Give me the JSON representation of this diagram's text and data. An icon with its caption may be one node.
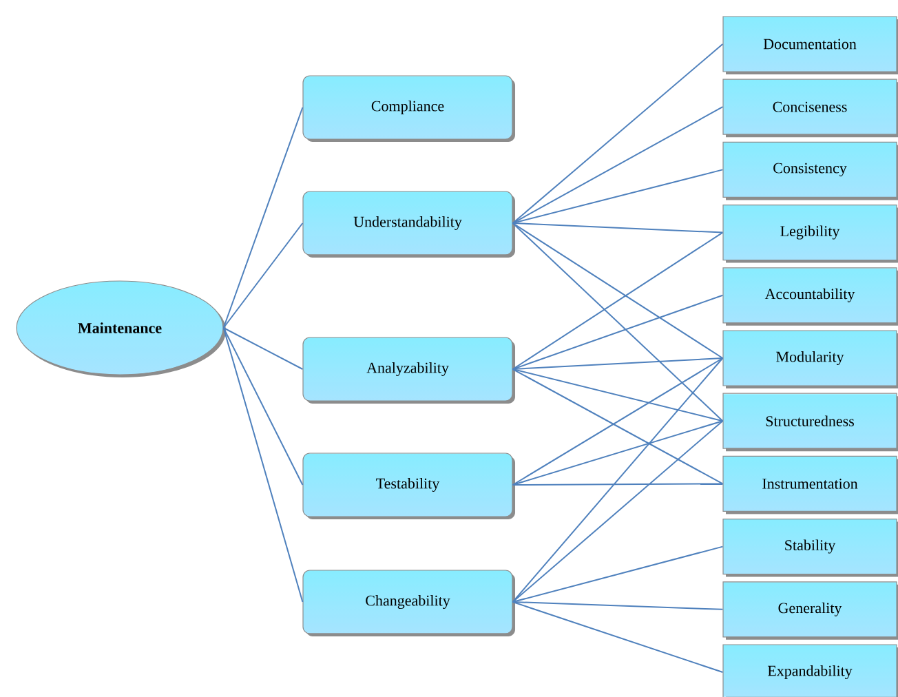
{
  "diagram": {
    "nodes": [
      {
        "text": [
          "**Maintenance**"
        ]
      },
      {
        "text": [
          "Compliance"
        ]
      },
      {
        "text": [
          "Understandability"
        ]
      },
      {
        "text": [
          "Analyzability"
        ]
      },
      {
        "text": [
          "Testability"
        ]
      },
      {
        "text": [
          "Changeability"
        ]
      },
      {
        "text": [
          "Documentation"
        ]
      },
      {
        "text": [
          "Conciseness"
        ]
      },
      {
        "text": [
          "Consistency"
        ]
      },
      {
        "text": [
          "Legibility"
        ]
      },
      {
        "text": [
          "Accountability"
        ]
      },
      {
        "text": [
          "Modularity"
        ]
      },
      {
        "text": [
          "Structuredness"
        ]
      },
      {
        "text": [
          "Instrumentation"
        ]
      },
      {
        "text": [
          "Stability"
        ]
      },
      {
        "text": [
          "Generality"
        ]
      },
      {
        "text": [
          "Expandability"
        ]
      }
    ],
    "edges": [
      {
        "from": 0,
        "to": 1,
        "arrow": "none"
      },
      {
        "from": 0,
        "to": 2,
        "arrow": "none"
      },
      {
        "from": 0,
        "to": 3,
        "arrow": "none"
      },
      {
        "from": 0,
        "to": 4,
        "arrow": "none"
      },
      {
        "from": 0,
        "to": 5,
        "arrow": "none"
      },
      {
        "from": 2,
        "to": 6,
        "arrow": "none"
      },
      {
        "from": 2,
        "to": 7,
        "arrow": "none"
      },
      {
        "from": 2,
        "to": 8,
        "arrow": "none"
      },
      {
        "from": 2,
        "to": 9,
        "arrow": "none"
      },
      {
        "from": 2,
        "to": 11,
        "arrow": "none"
      },
      {
        "from": 2,
        "to": 12,
        "arrow": "none"
      },
      {
        "from": 3,
        "to": 9,
        "arrow": "none"
      },
      {
        "from": 3,
        "to": 10,
        "arrow": "none"
      },
      {
        "from": 3,
        "to": 11,
        "arrow": "none"
      },
      {
        "from": 3,
        "to": 12,
        "arrow": "none"
      },
      {
        "from": 3,
        "to": 13,
        "arrow": "none"
      },
      {
        "from": 4,
        "to": 11,
        "arrow": "none"
      },
      {
        "from": 4,
        "to": 12,
        "arrow": "none"
      },
      {
        "from": 4,
        "to": 13,
        "arrow": "none"
      },
      {
        "from": 5,
        "to": 11,
        "arrow": "none"
      },
      {
        "from": 5,
        "to": 12,
        "arrow": "none"
      },
      {
        "from": 5,
        "to": 14,
        "arrow": "none"
      },
      {
        "from": 5,
        "to": 15,
        "arrow": "none"
      },
      {
        "from": 5,
        "to": 16,
        "arrow": "none"
      }
    ]
  }
}
